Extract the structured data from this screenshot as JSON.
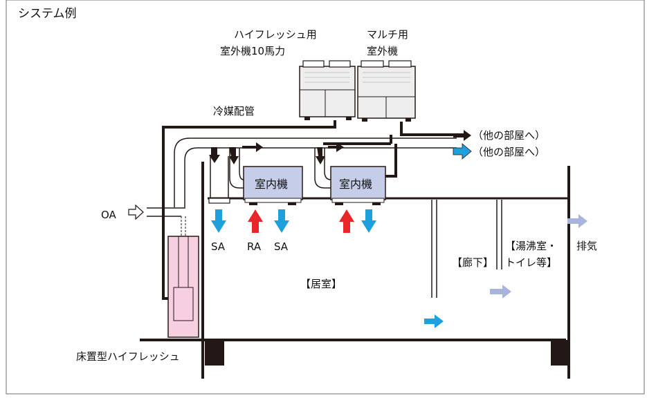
{
  "title": "システム例",
  "labels": {
    "hifresh_outdoor_line1": "ハイフレッシュ用",
    "hifresh_outdoor_line2": "室外機10馬力",
    "multi_outdoor_line1": "マルチ用",
    "multi_outdoor_line2": "室外機",
    "refrigerant_piping": "冷媒配管",
    "to_other_rooms_1": "（他の部屋へ）",
    "to_other_rooms_2": "（他の部屋へ）",
    "indoor_unit_1": "室内機",
    "indoor_unit_2": "室内機",
    "oa": "OA",
    "sa_1": "SA",
    "ra": "RA",
    "sa_2": "SA",
    "living_room": "【居室】",
    "corridor": "【廊下】",
    "utility_line1": "【湯沸室・",
    "utility_line2": "トイレ等】",
    "exhaust": "排気",
    "floor_unit": "床置型ハイフレッシュ"
  },
  "colors": {
    "line": "#231815",
    "supply_blue": "#1ea0dc",
    "return_red": "#e8262a",
    "exhaust_lavender": "#a9b4dc",
    "indoor_unit_fill": "#c5cde8",
    "floor_unit_fill": "#f6cfe0",
    "outdoor_unit_fill": "#eeeeee"
  }
}
